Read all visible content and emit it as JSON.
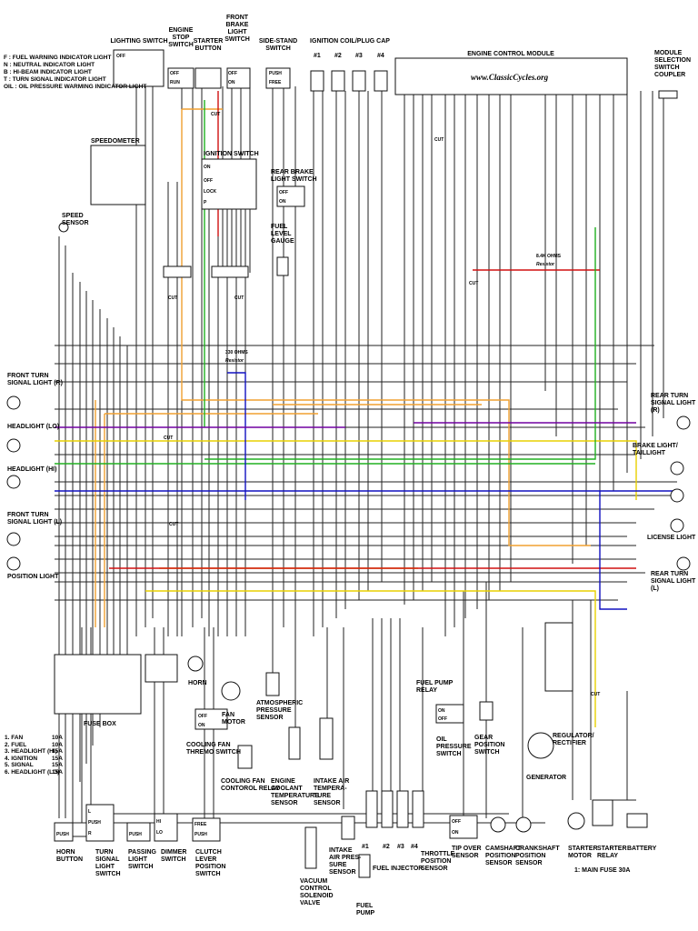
{
  "legend": [
    {
      "code": "F",
      "text": "FUEL WARNING INDICATOR LIGHT"
    },
    {
      "code": "N",
      "text": "NEUTRAL INDICATOR LIGHT"
    },
    {
      "code": "B",
      "text": "HI-BEAM INDICATOR LIGHT"
    },
    {
      "code": "T",
      "text": "TURN SIGNAL INDICATOR LIGHT"
    },
    {
      "code": "OIL",
      "text": "OIL PRESSURE WARMING INDICATOR LIGHT"
    }
  ],
  "website": "www.ClassicCycles.org",
  "labels": {
    "lighting_switch": "LIGHTING SWITCH",
    "engine_stop_switch": "ENGINE\nSTOP\nSWITCH",
    "starter_button": "STARTER\nBUTTON",
    "front_brake_light_switch": "FRONT\nBRAKE\nLIGHT\nSWITCH",
    "side_stand_switch": "SIDE-STAND\nSWITCH",
    "ignition_coil": "IGNITION COIL/PLUG CAP",
    "coil_1": "#1",
    "coil_2": "#2",
    "coil_3": "#3",
    "coil_4": "#4",
    "ecm": "ENGINE CONTROL MODULE",
    "module_selection": "MODULE\nSELECTION\nSWITCH\nCOUPLER",
    "speedometer": "SPEEDOMETER",
    "ignition_switch": "IGNITION SWITCH",
    "rear_brake_light_switch": "REAR BRAKE\nLIGHT SWITCH",
    "speed_sensor": "SPEED\nSENSOR",
    "fuel_level_gauge": "FUEL\nLEVEL\nGAUGE",
    "front_turn_r": "FRONT TURN\nSIGNAL LIGHT (R)",
    "headlight_lo": "HEADLIGHT (LO)",
    "headlight_hi": "HEADLIGHT (HI)",
    "front_turn_l": "FRONT TURN\nSIGNAL LIGHT (L)",
    "position_light": "POSITION LIGHT",
    "rear_turn_r": "REAR TURN\nSIGNAL LIGHT (R)",
    "brake_tail": "BRAKE LIGHT/ TAILLIGHT",
    "license_light": "LICENSE LIGHT",
    "rear_turn_l": "REAR TURN\nSIGNAL LIGHT (L)",
    "fuse_box": "FUSE BOX",
    "horn": "HORN",
    "fan_motor": "FAN\nMOTOR",
    "cooling_fan_thermo": "COOLING FAN\nTHREMO SWITCH",
    "cooling_fan_relay": "COOLING FAN\nCONTOROL RELAY",
    "atmospheric": "ATMOSPHERIC\nPRESSURE\nSENSOR",
    "ect_sensor": "ENGINE\nCOOLANT\nTEMPERATURE\nSENSOR",
    "iat_sensor": "INTAKE AIR\nTEMPERA-\nTURE\nSENSOR",
    "intake_air_pressure": "INTAKE\nAIR PRES-\nSURE\nSENSOR",
    "fuel_injector": "FUEL INJECTOR",
    "inj_1": "#1",
    "inj_2": "#2",
    "inj_3": "#3",
    "inj_4": "#4",
    "fuel_pump_relay": "FUEL PUMP\nRELAY",
    "oil_pressure_switch": "OIL\nPRESSURE\nSWITCH",
    "gear_position": "GEAR\nPOSITION\nSWITCH",
    "regulator": "REGULATOR/\nRECTIFIER",
    "generator": "GENERATOR",
    "tip_over": "TIP OVER\nSENSOR",
    "throttle_position": "THROTTLE\nPOSITION\nSENSOR",
    "camshaft": "CAMSHAFT\nPOSITION\nSENSOR",
    "crankshaft": "CRANKSHAFT\nPOSITION\nSENSOR",
    "starter_motor": "STARTER\nMOTOR",
    "starter_relay": "STARTER\nRELAY",
    "battery": "BATTERY",
    "main_fuse": "1: MAIN FUSE 30A",
    "vacuum_valve": "VACUUM\nCONTROL\nSOLENOID\nVALVE",
    "fuel_pump": "FUEL\nPUMP",
    "horn_button": "HORN\nBUTTON",
    "turn_signal_switch": "TURN\nSIGNAL\nLIGHT\nSWITCH",
    "passing_switch": "PASSING\nLIGHT\nSWITCH",
    "dimmer_switch": "DIMMER\nSWITCH",
    "clutch_switch": "CLUTCH\nLEVER\nPOSITION\nSWITCH"
  },
  "switch_text": {
    "off": "OFF",
    "on": "ON",
    "run": "RUN",
    "push": "PUSH",
    "free": "FREE",
    "lock": "LOCK",
    "p": "P",
    "l": "L",
    "r": "R",
    "hi": "HI",
    "lo": "LO"
  },
  "fuses": [
    {
      "name": "1. FAN",
      "rating": "10A"
    },
    {
      "name": "2. FUEL",
      "rating": "10A"
    },
    {
      "name": "3. HEADLIGHT (HI)",
      "rating": "15A"
    },
    {
      "name": "4. IGNITION",
      "rating": "15A"
    },
    {
      "name": "5. SIGNAL",
      "rating": "15A"
    },
    {
      "name": "6. HEADLIGHT (LO)",
      "rating": "15A"
    }
  ],
  "annotations": {
    "cut": "CUT",
    "resistor_1": "Resistor",
    "resistor_2": "Resistor",
    "ohm_1": "330 ohms",
    "ohm_2": "8.4k ohms"
  },
  "colors": {
    "orange": "#f0a030",
    "yellow": "#e8d000",
    "red": "#d01010",
    "green": "#20b020",
    "blue": "#1010c0",
    "purple": "#7000a0",
    "line": "#222222"
  }
}
